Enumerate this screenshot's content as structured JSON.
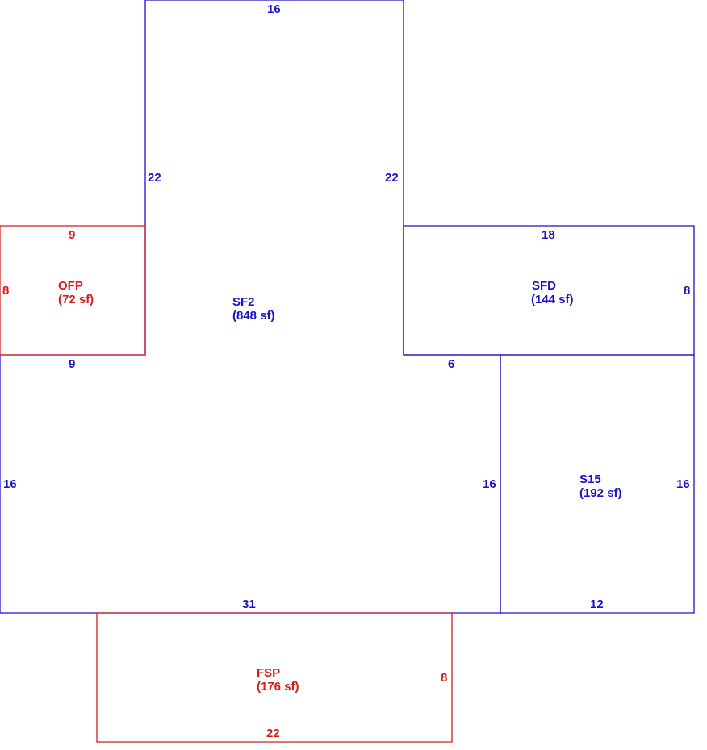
{
  "colors": {
    "living_area": "#1a12c8",
    "porch": "#d41c1c"
  },
  "areas": {
    "sf2": {
      "code": "SF2",
      "area": "(848 sf)"
    },
    "ofp": {
      "code": "OFP",
      "area": "(72 sf)"
    },
    "sfd": {
      "code": "SFD",
      "area": "(144 sf)"
    },
    "s15": {
      "code": "S15",
      "area": "(192 sf)"
    },
    "fsp": {
      "code": "FSP",
      "area": "(176 sf)"
    }
  },
  "dimensions": {
    "sf2_top": "16",
    "sf2_upper_left": "22",
    "sf2_upper_right": "22",
    "sf2_step_left": "9",
    "sf2_step_right": "6",
    "sf2_lower_left": "16",
    "sf2_lower_right": "16",
    "sf2_bottom": "31",
    "ofp_top": "9",
    "ofp_left": "8",
    "sfd_top": "18",
    "sfd_right": "8",
    "s15_right": "16",
    "s15_bottom": "12",
    "fsp_right": "8",
    "fsp_bottom": "22"
  }
}
